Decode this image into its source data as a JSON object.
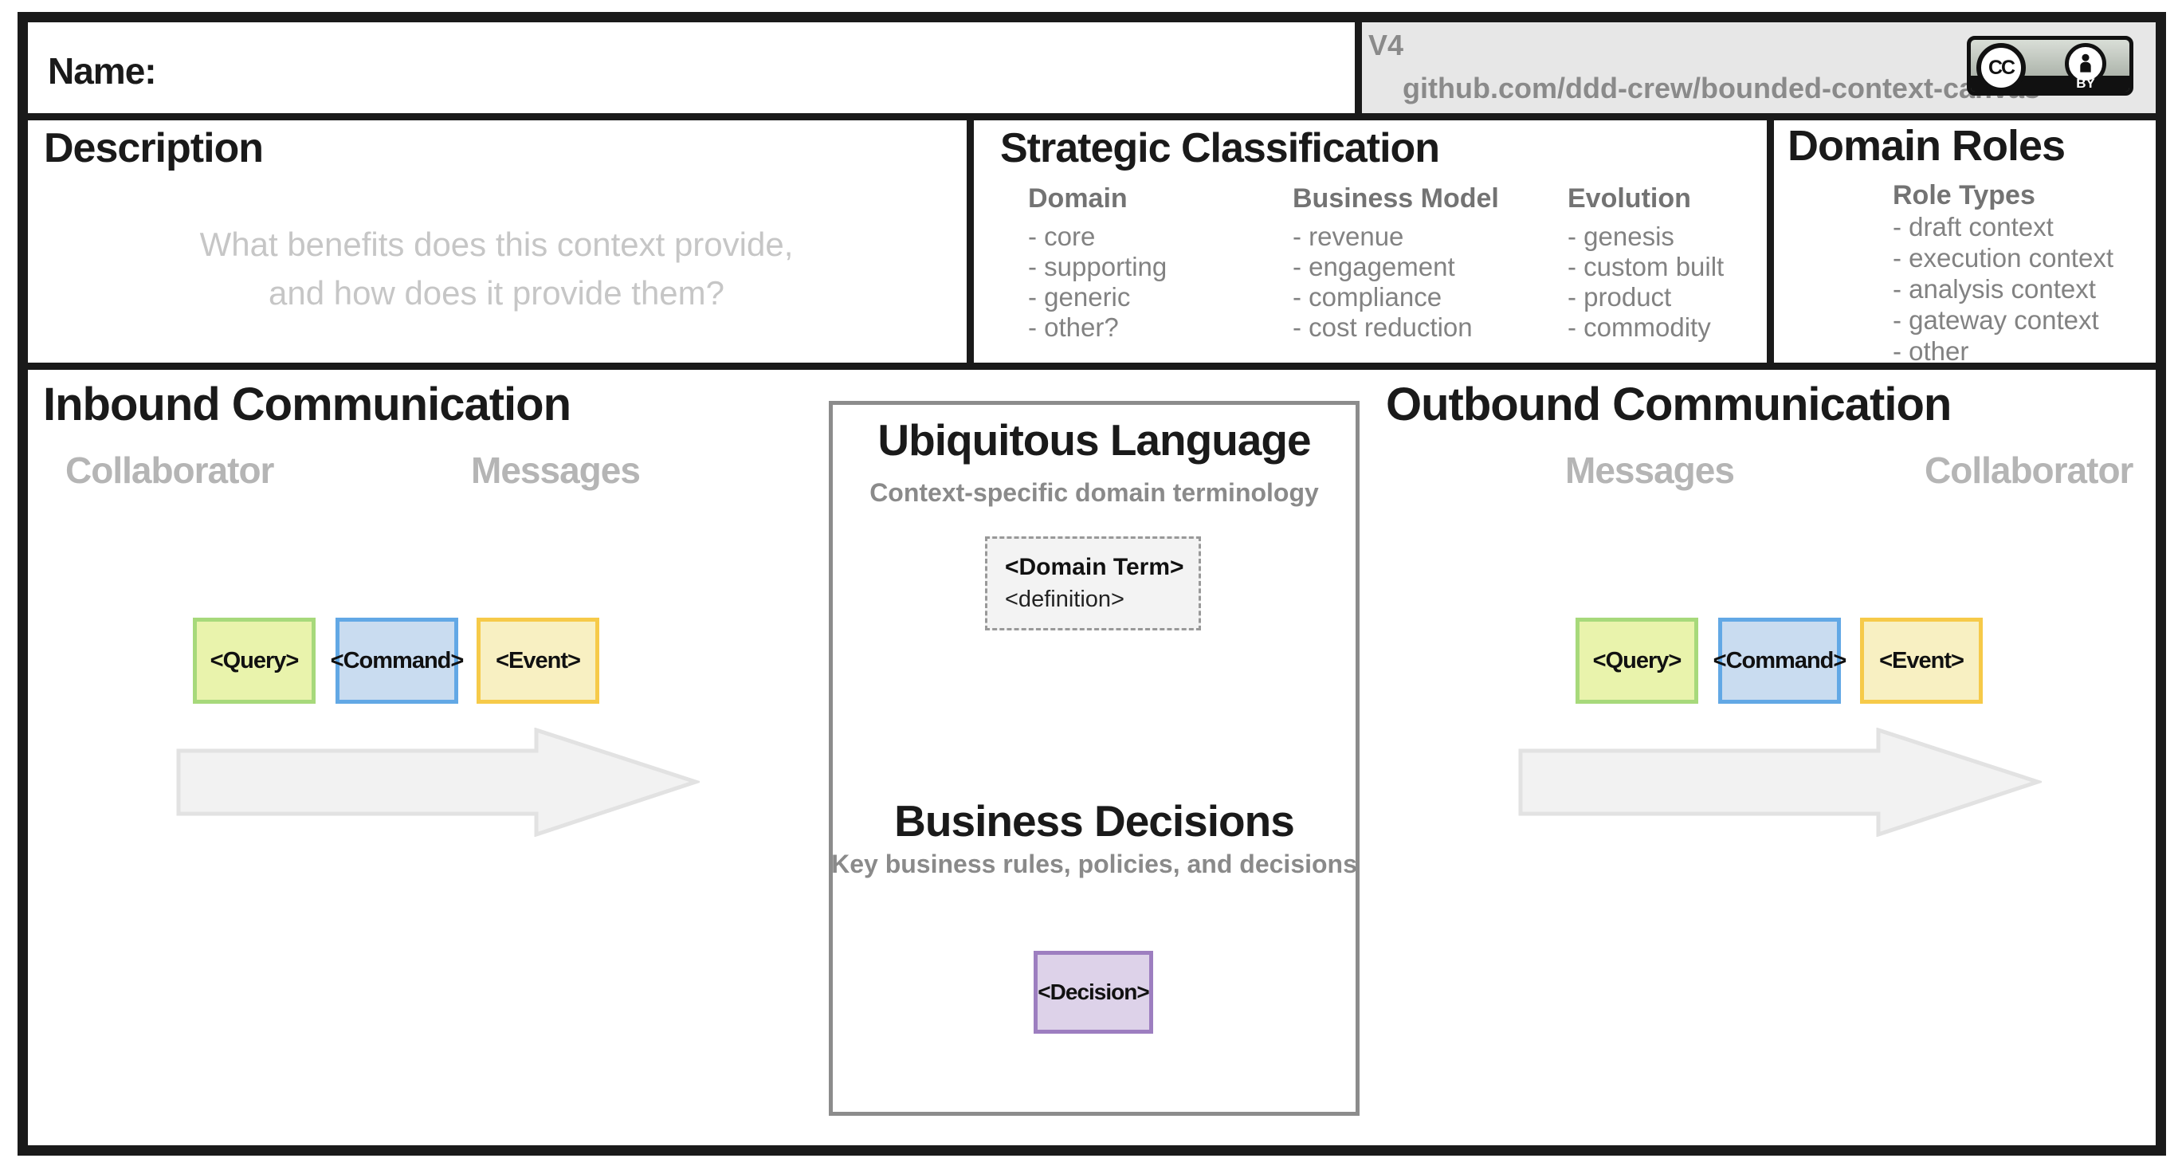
{
  "header": {
    "name_label": "Name:",
    "version": "V4",
    "source": "github.com/ddd-crew/bounded-context-canvas",
    "license": {
      "cc_label": "CC",
      "by_label": "BY"
    }
  },
  "description": {
    "title": "Description",
    "placeholder_line1": "What benefits does this context provide,",
    "placeholder_line2": "and how does it provide them?"
  },
  "strategic_classification": {
    "title": "Strategic Classification",
    "columns": [
      {
        "label": "Domain",
        "items": [
          "- core",
          "- supporting",
          "- generic",
          "- other?"
        ]
      },
      {
        "label": "Business Model",
        "items": [
          "- revenue",
          "- engagement",
          "- compliance",
          "- cost reduction"
        ]
      },
      {
        "label": "Evolution",
        "items": [
          "- genesis",
          "- custom built",
          "- product",
          "- commodity"
        ]
      }
    ]
  },
  "domain_roles": {
    "title": "Domain Roles",
    "subtitle": "Role Types",
    "items": [
      "- draft context",
      "- execution context",
      "- analysis context",
      "- gateway context",
      "- other"
    ]
  },
  "inbound": {
    "title": "Inbound Communication",
    "col1": "Collaborator",
    "col2": "Messages",
    "cards": [
      {
        "label": "<Query>"
      },
      {
        "label": "<Command>"
      },
      {
        "label": "<Event>"
      }
    ]
  },
  "outbound": {
    "title": "Outbound Communication",
    "col1": "Messages",
    "col2": "Collaborator",
    "cards": [
      {
        "label": "<Query>"
      },
      {
        "label": "<Command>"
      },
      {
        "label": "<Event>"
      }
    ]
  },
  "ubiquitous_language": {
    "title": "Ubiquitous Language",
    "subtitle": "Context-specific domain terminology",
    "term_card": {
      "term": "<Domain Term>",
      "definition": "<definition>"
    }
  },
  "business_decisions": {
    "title": "Business Decisions",
    "subtitle": "Key business rules, policies, and decisions",
    "decision_card": "<Decision>"
  },
  "colors": {
    "border_black": "#1a1a1a",
    "header_panel_bg": "#e7e7e7",
    "middle_box_border": "#8c8c8c",
    "query_fill": "#e9f3ac",
    "query_border": "#a7d97b",
    "command_fill": "#c9dcf0",
    "command_border": "#62a8e5",
    "event_fill": "#f8f0c2",
    "event_border": "#f6ca49",
    "decision_fill": "#ddd2e9",
    "decision_border": "#9d7ec0",
    "term_card_fill": "#f3f3f3",
    "term_card_border": "#999999",
    "arrow_fill": "#f2f2f2",
    "arrow_border": "#e2e2e2",
    "muted_header_text": "#737373",
    "muted_item_text": "#828282",
    "placeholder_text": "#c6c6c6",
    "lane_label_text": "#b5b5b5",
    "version_text": "#8a8a8a"
  }
}
